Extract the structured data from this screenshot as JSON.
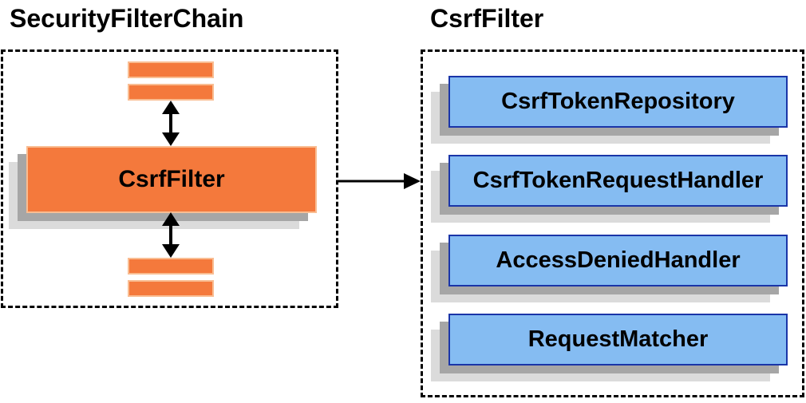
{
  "left_panel": {
    "title": "SecurityFilterChain",
    "csrf_filter_label": "CsrfFilter"
  },
  "right_panel": {
    "title": "CsrfFilter",
    "components": [
      {
        "label": "CsrfTokenRepository"
      },
      {
        "label": "CsrfTokenRequestHandler"
      },
      {
        "label": "AccessDeniedHandler"
      },
      {
        "label": "RequestMatcher"
      }
    ]
  },
  "icons": {
    "vertical_flow": "double-headed-arrow",
    "link": "right-arrow"
  },
  "colors": {
    "orange": "#f4793c",
    "orange_border": "#f9bd92",
    "blue": "#85bcf2",
    "blue_border": "#1a35a8",
    "shadow_dark": "#a6a6a6",
    "shadow_light": "#dbdbdb",
    "line": "#000000"
  }
}
